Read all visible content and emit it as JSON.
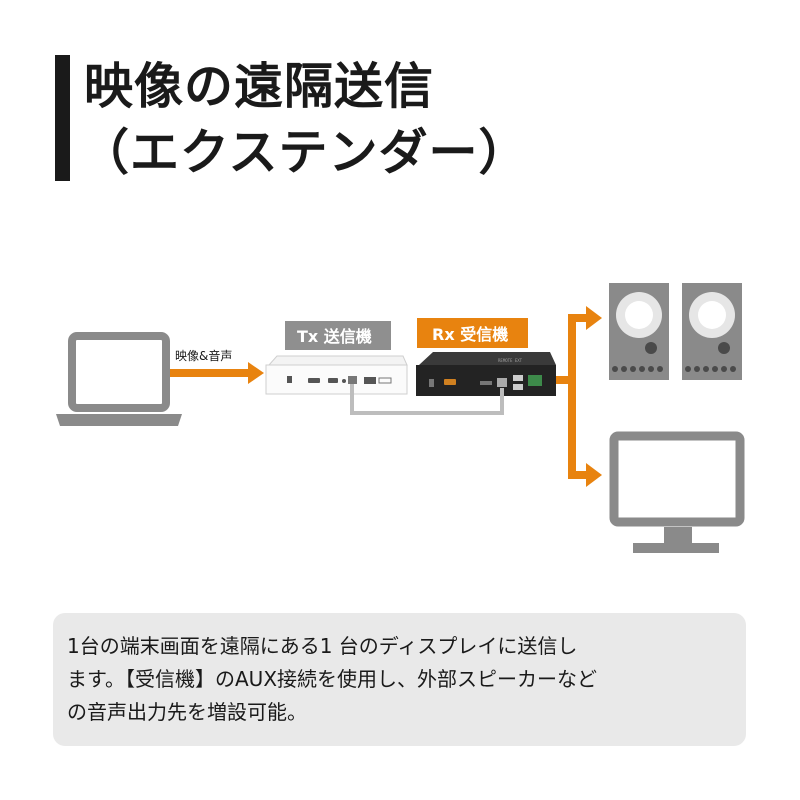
{
  "title": {
    "line1": "映像の遠隔送信",
    "line2": "（エクステンダー）"
  },
  "diagram": {
    "tx_label": "Tx  送信機",
    "rx_label": "Rx  受信機",
    "input_label": "映像&音声",
    "colors": {
      "accent": "#e8830f",
      "dark": "#1a1a1a",
      "gray_device": "#8a8a8a",
      "tx_label_bg": "#8f8f8f",
      "cable": "#bdbdbd"
    }
  },
  "description": {
    "line1": "1台の端末画面を遠隔にある1 台のディスプレイに送信し",
    "line2": "ます。【受信機】のAUX接続を使用し、外部スピーカーなど",
    "line3": "の音声出力先を増設可能。"
  }
}
